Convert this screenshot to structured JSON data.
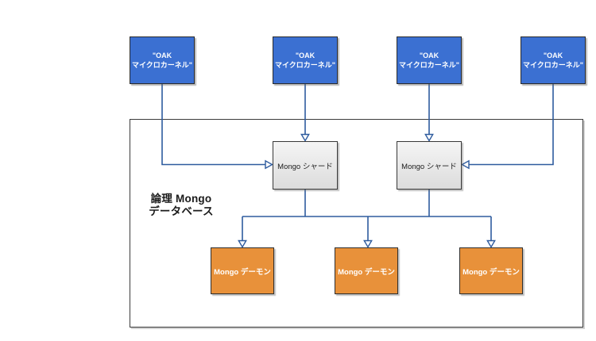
{
  "diagram": {
    "title_semantic": "Logical Mongo database architecture diagram",
    "colors": {
      "microkernel_fill": "#3b70d2",
      "microkernel_border": "#2b2b2b",
      "shard_fill_top": "#f5f5f5",
      "shard_fill_bottom": "#dcdcdc",
      "shard_border": "#383838",
      "daemon_fill": "#e8913a",
      "daemon_border": "#2f2f2f",
      "connector": "#2e5b9e",
      "container_border": "#3c3c3c",
      "label_color": "#1a1a1a"
    },
    "container": {
      "label_line1": "論理 Mongo",
      "label_line2": "データベース"
    },
    "microkernels": [
      {
        "line1": "\"OAK",
        "line2": "マイクロカーネル\""
      },
      {
        "line1": "\"OAK",
        "line2": "マイクロカーネル\""
      },
      {
        "line1": "\"OAK",
        "line2": "マイクロカーネル\""
      },
      {
        "line1": "\"OAK",
        "line2": "マイクロカーネル\""
      }
    ],
    "shards": [
      {
        "label": "Mongo シャード"
      },
      {
        "label": "Mongo シャード"
      }
    ],
    "daemons": [
      {
        "label": "Mongo デーモン"
      },
      {
        "label": "Mongo デーモン"
      },
      {
        "label": "Mongo デーモン"
      }
    ]
  }
}
